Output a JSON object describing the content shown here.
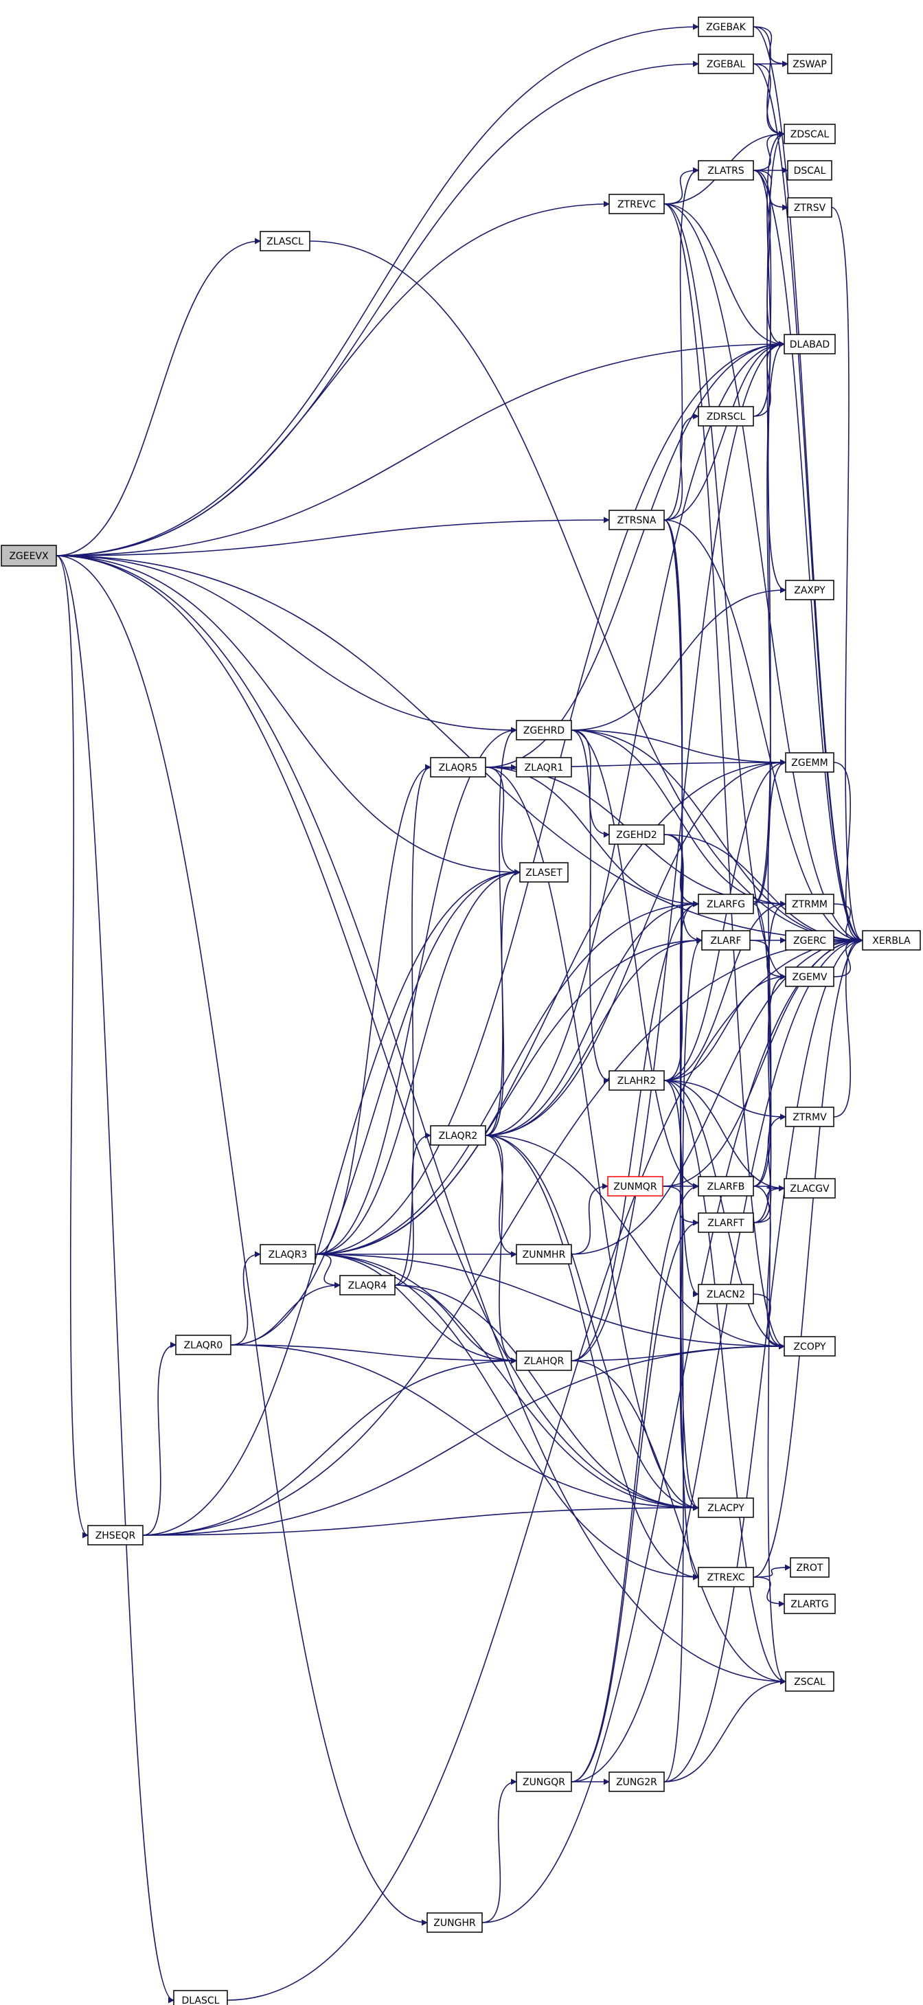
{
  "colors": {
    "edge": "#191970",
    "node_border": "#000000",
    "root_fill": "#bfbfbf",
    "highlight_border": "#ff0000"
  },
  "nodes": [
    {
      "id": "ZGEEVX"
    },
    {
      "id": "ZGEBAK"
    },
    {
      "id": "ZGEBAL"
    },
    {
      "id": "ZSWAP"
    },
    {
      "id": "ZDSCAL"
    },
    {
      "id": "ZLATRS"
    },
    {
      "id": "DSCAL"
    },
    {
      "id": "ZTREVC"
    },
    {
      "id": "ZTRSV"
    },
    {
      "id": "ZLASCL"
    },
    {
      "id": "DLABAD"
    },
    {
      "id": "ZDRSCL"
    },
    {
      "id": "ZTRSNA"
    },
    {
      "id": "ZAXPY"
    },
    {
      "id": "ZGEHRD"
    },
    {
      "id": "ZLAQR5"
    },
    {
      "id": "ZLAQR1"
    },
    {
      "id": "ZGEMM"
    },
    {
      "id": "ZGEHD2"
    },
    {
      "id": "ZLASET"
    },
    {
      "id": "ZLARFG"
    },
    {
      "id": "ZTRMM"
    },
    {
      "id": "ZLARF"
    },
    {
      "id": "ZGERC"
    },
    {
      "id": "XERBLA"
    },
    {
      "id": "ZGEMV"
    },
    {
      "id": "ZLAHR2"
    },
    {
      "id": "ZTRMV"
    },
    {
      "id": "ZLAQR2"
    },
    {
      "id": "ZUNMQR"
    },
    {
      "id": "ZLARFB"
    },
    {
      "id": "ZLACGV"
    },
    {
      "id": "ZLARFT"
    },
    {
      "id": "ZLAQR3"
    },
    {
      "id": "ZUNMHR"
    },
    {
      "id": "ZLAQR4"
    },
    {
      "id": "ZLACN2"
    },
    {
      "id": "ZLAQR0"
    },
    {
      "id": "ZLAHQR"
    },
    {
      "id": "ZCOPY"
    },
    {
      "id": "ZHSEQR"
    },
    {
      "id": "ZLACPY"
    },
    {
      "id": "ZROT"
    },
    {
      "id": "ZTREXC"
    },
    {
      "id": "ZLARTG"
    },
    {
      "id": "ZSCAL"
    },
    {
      "id": "ZUNGQR"
    },
    {
      "id": "ZUNG2R"
    },
    {
      "id": "ZUNGHR"
    },
    {
      "id": "DLASCL"
    }
  ]
}
